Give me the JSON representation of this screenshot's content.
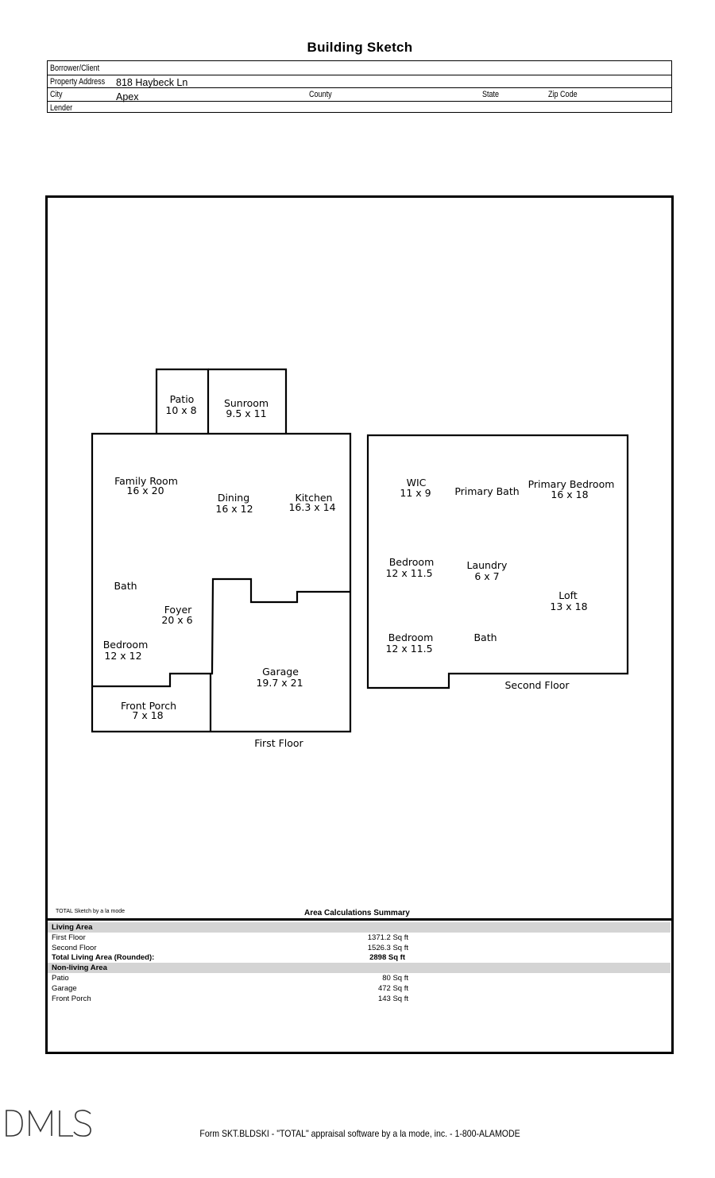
{
  "title": "Building Sketch",
  "header": {
    "borrower_label": "Borrower/Client",
    "borrower_value": "",
    "address_label": "Property Address",
    "address_value": "818 Haybeck Ln",
    "city_label": "City",
    "city_value": "Apex",
    "county_label": "County",
    "state_label": "State",
    "zip_label": "Zip Code",
    "lender_label": "Lender"
  },
  "sketch": {
    "first_floor": {
      "caption": "First Floor",
      "rooms": [
        {
          "name": "Patio",
          "dims": "10 x 8"
        },
        {
          "name": "Sunroom",
          "dims": "9.5 x 11"
        },
        {
          "name": "Family Room",
          "dims": "16 x 20"
        },
        {
          "name": "Dining",
          "dims": "16 x 12"
        },
        {
          "name": "Kitchen",
          "dims": "16.3 x 14"
        },
        {
          "name": "Bath",
          "dims": ""
        },
        {
          "name": "Foyer",
          "dims": "20 x 6"
        },
        {
          "name": "Bedroom",
          "dims": "12 x 12"
        },
        {
          "name": "Garage",
          "dims": "19.7 x 21"
        },
        {
          "name": "Front Porch",
          "dims": "7 x 18"
        }
      ]
    },
    "second_floor": {
      "caption": "Second Floor",
      "rooms": [
        {
          "name": "WIC",
          "dims": "11 x 9"
        },
        {
          "name": "Primary Bath",
          "dims": ""
        },
        {
          "name": "Primary Bedroom",
          "dims": "16 x 18"
        },
        {
          "name": "Bedroom",
          "dims": "12 x 11.5"
        },
        {
          "name": "Laundry",
          "dims": "6 x 7"
        },
        {
          "name": "Loft",
          "dims": "13 x 18"
        },
        {
          "name": "Bedroom",
          "dims": "12 x 11.5"
        },
        {
          "name": "Bath",
          "dims": ""
        }
      ]
    }
  },
  "sketch_credit": "TOTAL Sketch by a la mode",
  "summary": {
    "title": "Area Calculations Summary",
    "living_header": "Living Area",
    "living": [
      {
        "label": "First Floor",
        "value": "1371.2 Sq ft"
      },
      {
        "label": "Second Floor",
        "value": "1526.3 Sq ft"
      }
    ],
    "total_label": "Total Living Area (Rounded):",
    "total_value": "2898 Sq ft",
    "nonliving_header": "Non-living Area",
    "nonliving": [
      {
        "label": "Patio",
        "value": "80 Sq ft"
      },
      {
        "label": "Garage",
        "value": "472 Sq ft"
      },
      {
        "label": "Front Porch",
        "value": "143 Sq ft"
      }
    ]
  },
  "logo_text": "DMLS",
  "footer": "Form SKT.BLDSKI - \"TOTAL\" appraisal software by a la mode, inc. - 1-800-ALAMODE"
}
